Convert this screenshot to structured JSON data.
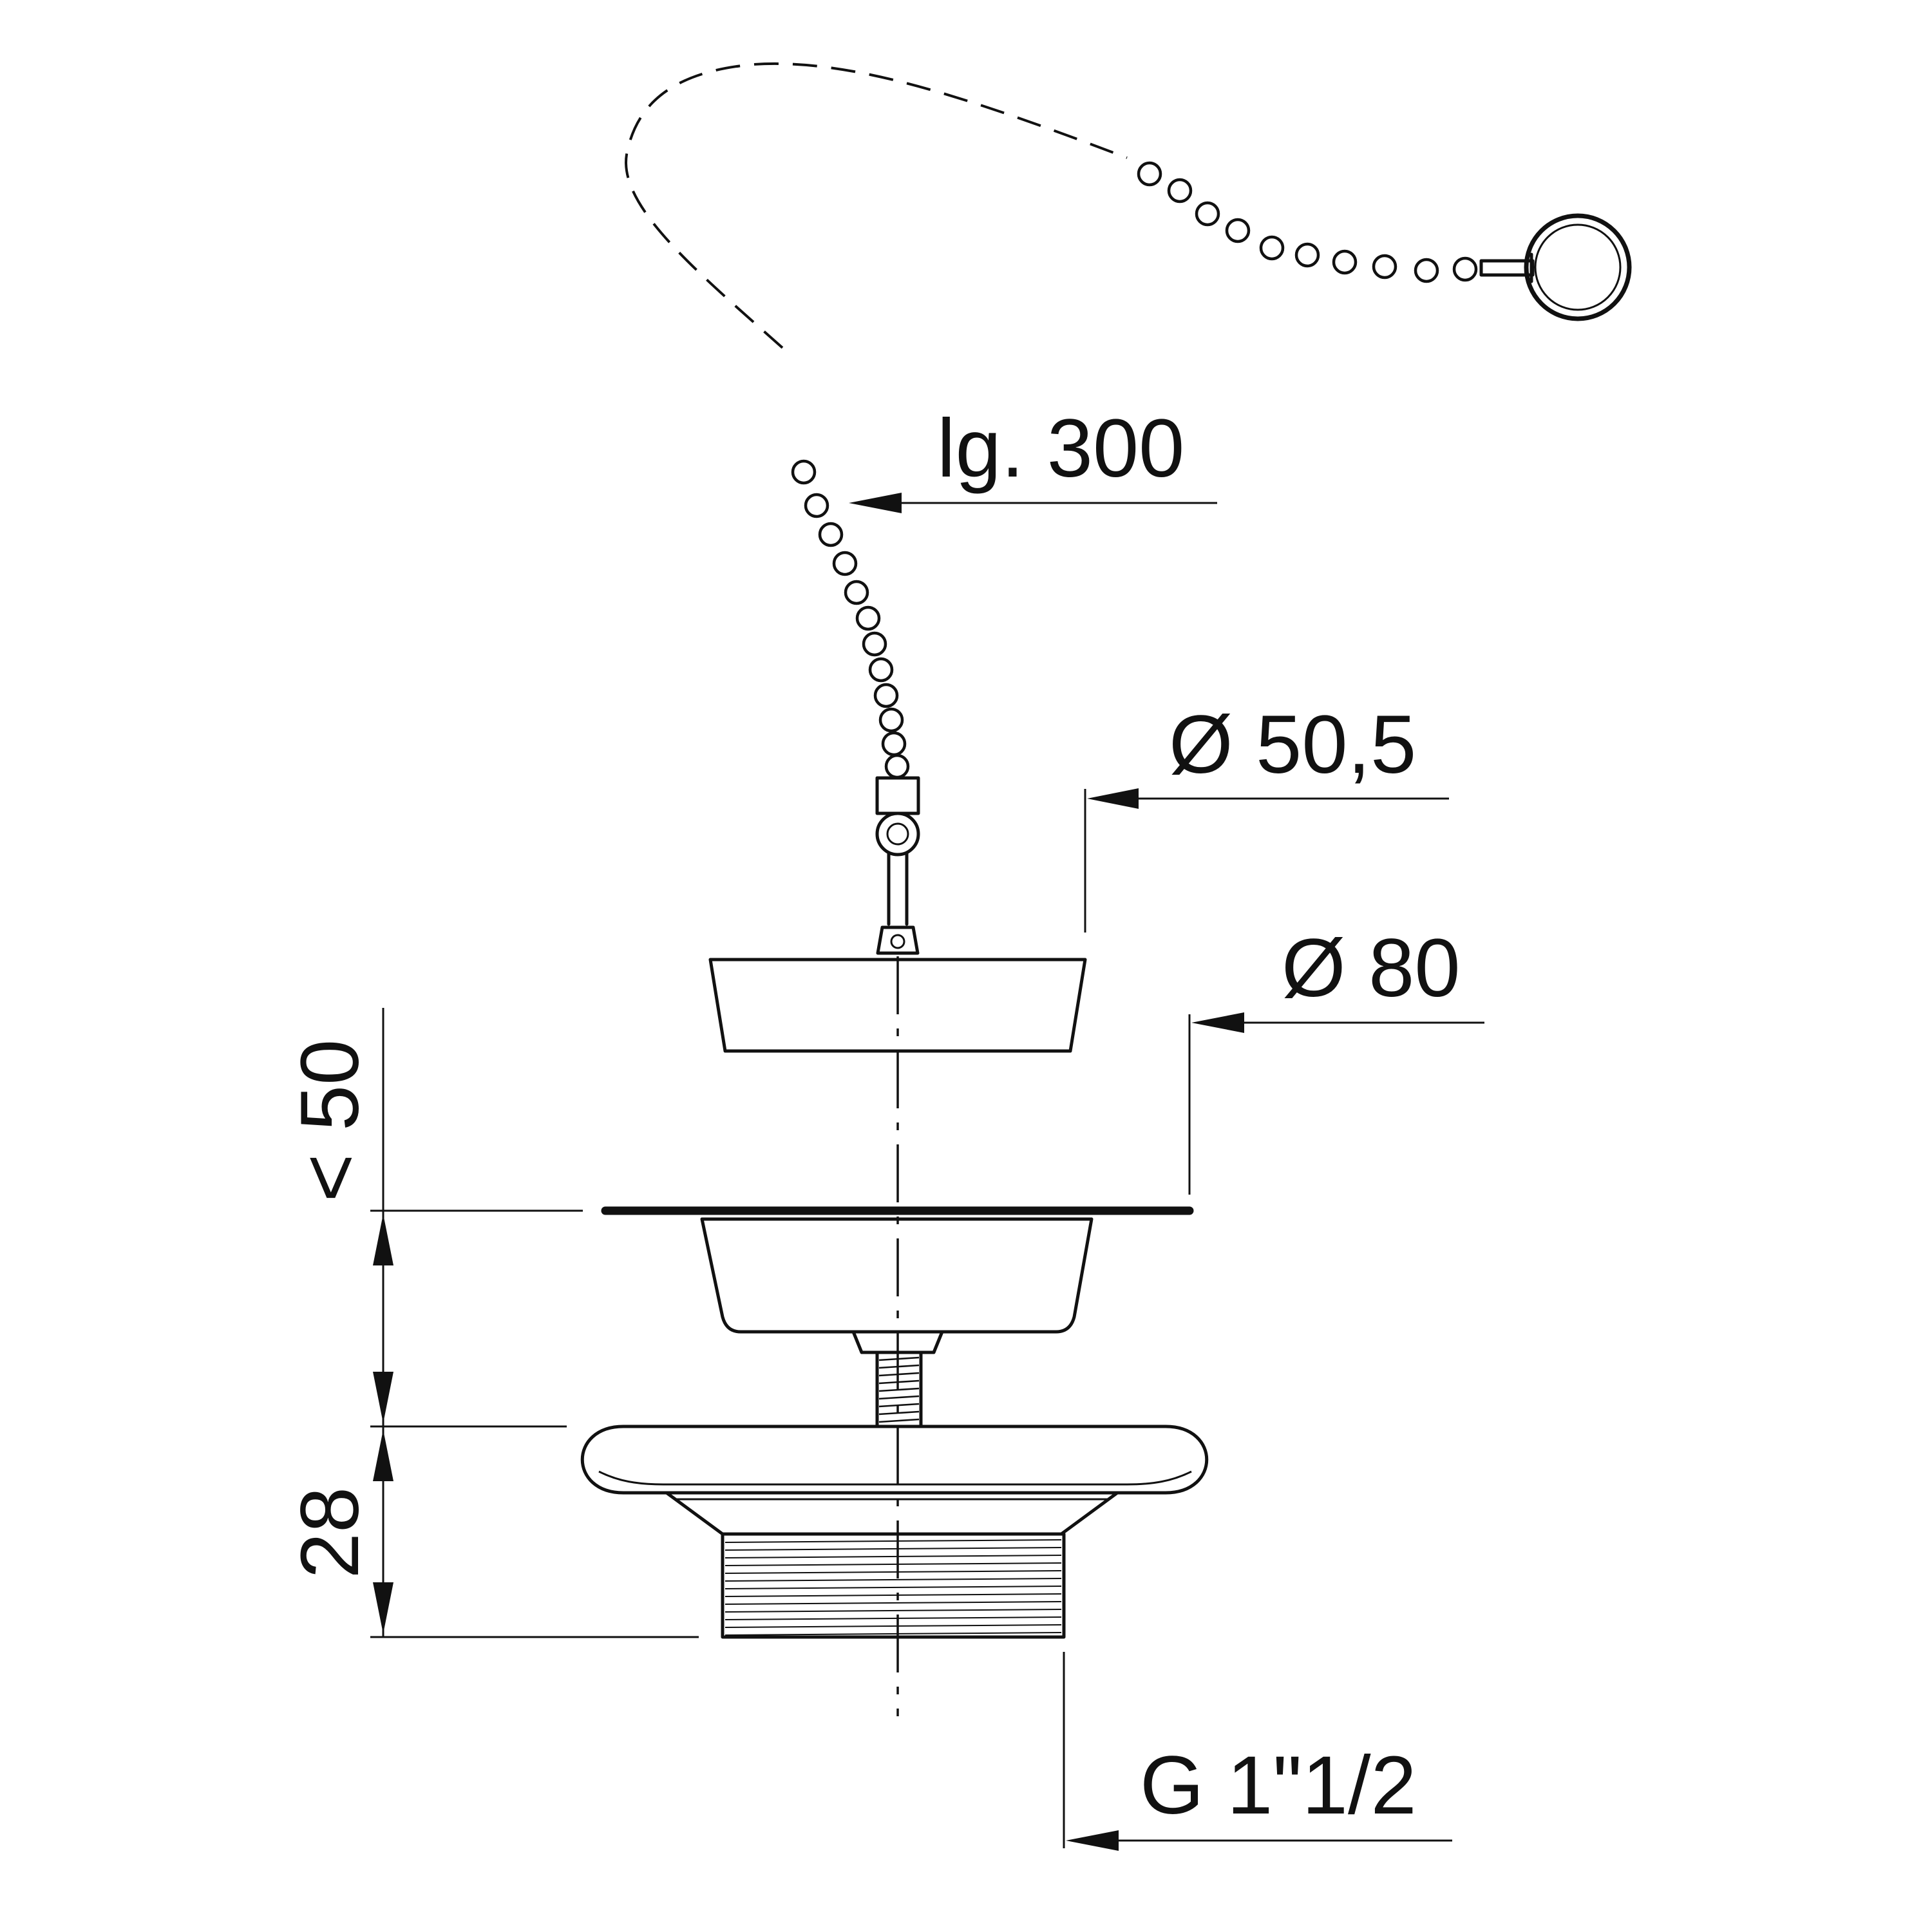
{
  "labels": {
    "chain_length": "lg. 300",
    "plug_diameter": "Ø 50,5",
    "flange_diameter": "Ø 80",
    "height_max": "< 50",
    "body_height": "28",
    "thread": "G 1\"1/2"
  },
  "colors": {
    "line": "#111111",
    "background": "#ffffff"
  }
}
